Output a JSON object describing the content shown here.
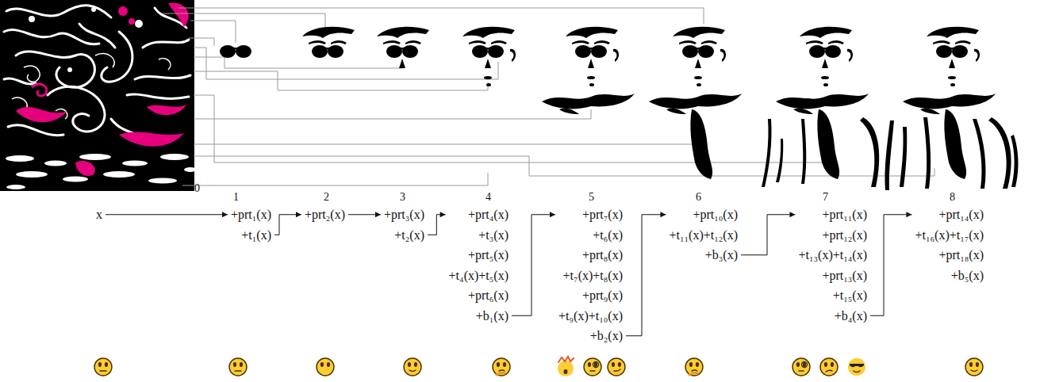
{
  "diagram": {
    "nodes": [
      {
        "text": [
          "x"
        ]
      },
      {
        "text": [
          "+prt₁(x)",
          "+t₁(x)"
        ]
      },
      {
        "text": [
          "+prt₂(x)"
        ]
      },
      {
        "text": [
          "+prt₃(x)",
          "+t₂(x)"
        ]
      },
      {
        "text": [
          "+prt₄(x)",
          "+t₃(x)",
          "+prt₅(x)",
          "+t₄(x)+t₅(x)",
          "+prt₆(x)",
          "+b₁(x)"
        ]
      },
      {
        "text": [
          "+prt₇(x)",
          "+t₆(x)",
          "+prt₈(x)",
          "+t₇(x)+t₈(x)",
          "+prt₉(x)",
          "+t₉(x)+t₁₀(x)",
          "+b₂(x)"
        ]
      },
      {
        "text": [
          "+prt₁₀(x)",
          "+t₁₁(x)+t₁₂(x)",
          "+b₃(x)"
        ]
      },
      {
        "text": [
          "+prt₁₁(x)",
          "+prt₁₂(x)",
          "+t₁₃(x)+t₁₄(x)",
          "+prt₁₃(x)",
          "+t₁₅(x)",
          "+b₄(x)"
        ]
      },
      {
        "text": [
          "+prt₁₄(x)",
          "+t₁₆(x)+t₁₇(x)",
          "+prt₁₈(x)",
          "+b₅(x)"
        ]
      }
    ],
    "edges": [
      {
        "from": 0,
        "to": 1,
        "arrow": "to"
      },
      {
        "from": 1,
        "to": 2,
        "arrow": "to"
      },
      {
        "from": 2,
        "to": 3,
        "arrow": "to"
      },
      {
        "from": 3,
        "to": 4,
        "arrow": "to"
      },
      {
        "from": 4,
        "to": 5,
        "arrow": "to"
      },
      {
        "from": 5,
        "to": 6,
        "arrow": "to"
      },
      {
        "from": 6,
        "to": 7,
        "arrow": "to"
      },
      {
        "from": 7,
        "to": 8,
        "arrow": "to"
      }
    ],
    "labels": [
      "0",
      "1",
      "2",
      "3",
      "4",
      "5",
      "6",
      "7",
      "8"
    ]
  }
}
